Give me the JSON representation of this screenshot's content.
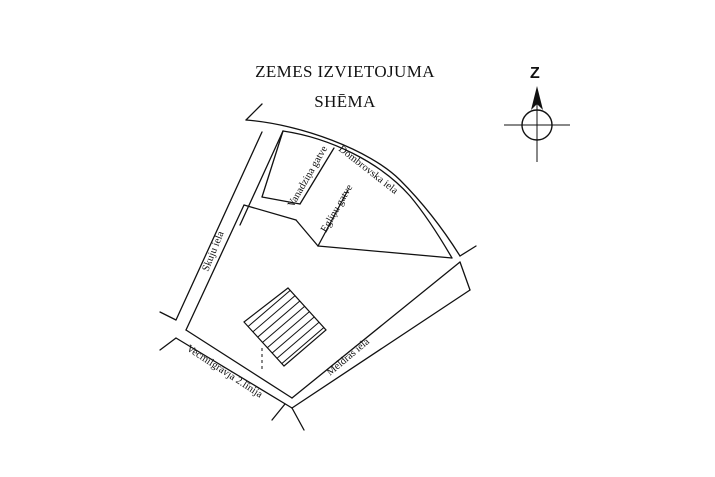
{
  "title": {
    "line1": "ZEMES IZVIETOJUMA",
    "line2": "SHĒMA"
  },
  "north_arrow": {
    "letter": "Z",
    "icon": "compass-north-icon"
  },
  "streets": {
    "dombrovska": "Dombrovska iela",
    "vanadzina": "Vanadziņa gatve",
    "eglinu": "Egliņu gatve",
    "skuju": "Skuju iela",
    "meldras": "Meldras iela",
    "vecmilgravja": "Vecmīlgrāvja 2.līnija"
  },
  "colors": {
    "ink": "#111111",
    "paper": "#ffffff"
  }
}
